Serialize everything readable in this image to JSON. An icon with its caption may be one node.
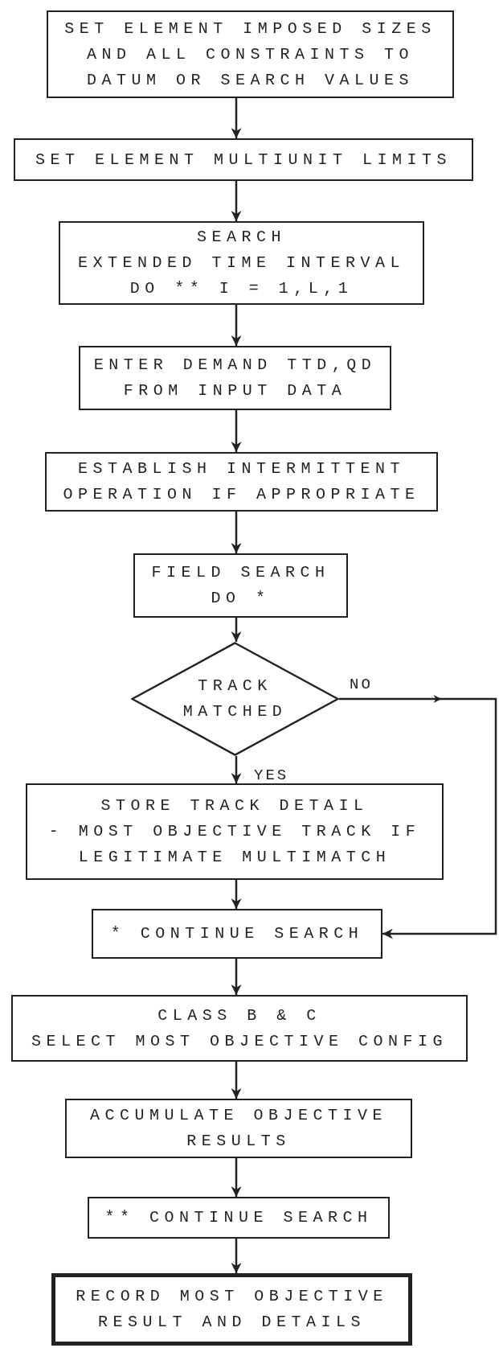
{
  "diagram": {
    "nodes": [
      {
        "text": [
          "SET ELEMENT IMPOSED SIZES AND ALL CONSTRAINTS TO DATUM OR SEARCH VALUES"
        ]
      },
      {
        "text": [
          "SET ELEMENT MULTIUNIT LIMITS"
        ]
      },
      {
        "text": [
          "SEARCH",
          "EXTENDED TIME INTERVAL DO ** I = 1,L,1"
        ]
      },
      {
        "text": [
          "ENTER DEMAND TTD,QD FROM INPUT DATA"
        ]
      },
      {
        "text": [
          "ESTABLISH INTERMITTENT OPERATION IF APPROPRIATE"
        ]
      },
      {
        "text": [
          "FIELD SEARCH DO *"
        ]
      },
      {
        "text": [
          "TRACK MATCHED"
        ]
      },
      {
        "text": [
          "STORE TRACK DETAIL",
          "- MOST OBJECTIVE TRACK IF LEGITIMATE MULTIMATCH"
        ]
      },
      {
        "text": [
          "* CONTINUE SEARCH"
        ]
      },
      {
        "text": [
          "CLASS B & C",
          "SELECT MOST OBJECTIVE CONFIG"
        ]
      },
      {
        "text": [
          "ACCUMULATE OBJECTIVE RESULTS"
        ]
      },
      {
        "text": [
          "** CONTINUE SEARCH"
        ]
      },
      {
        "text": [
          "RECORD MOST OBJECTIVE RESULT AND DETAILS"
        ]
      }
    ],
    "edges": [
      {
        "from": 0,
        "to": 1,
        "arrow": "to"
      },
      {
        "from": 1,
        "to": 2,
        "arrow": "to"
      },
      {
        "from": 2,
        "to": 3,
        "arrow": "to"
      },
      {
        "from": 3,
        "to": 4,
        "arrow": "to"
      },
      {
        "from": 4,
        "to": 5,
        "arrow": "to"
      },
      {
        "from": 5,
        "to": 6,
        "arrow": "to"
      },
      {
        "from": 6,
        "to": 7,
        "arrow": "to",
        "label": "YES"
      },
      {
        "from": 6,
        "to": 8,
        "arrow": "to",
        "label": "NO"
      },
      {
        "from": 7,
        "to": 8,
        "arrow": "to"
      },
      {
        "from": 8,
        "to": 9,
        "arrow": "to"
      },
      {
        "from": 9,
        "to": 10,
        "arrow": "to"
      },
      {
        "from": 10,
        "to": 11,
        "arrow": "to"
      },
      {
        "from": 11,
        "to": 12,
        "arrow": "to"
      }
    ]
  }
}
